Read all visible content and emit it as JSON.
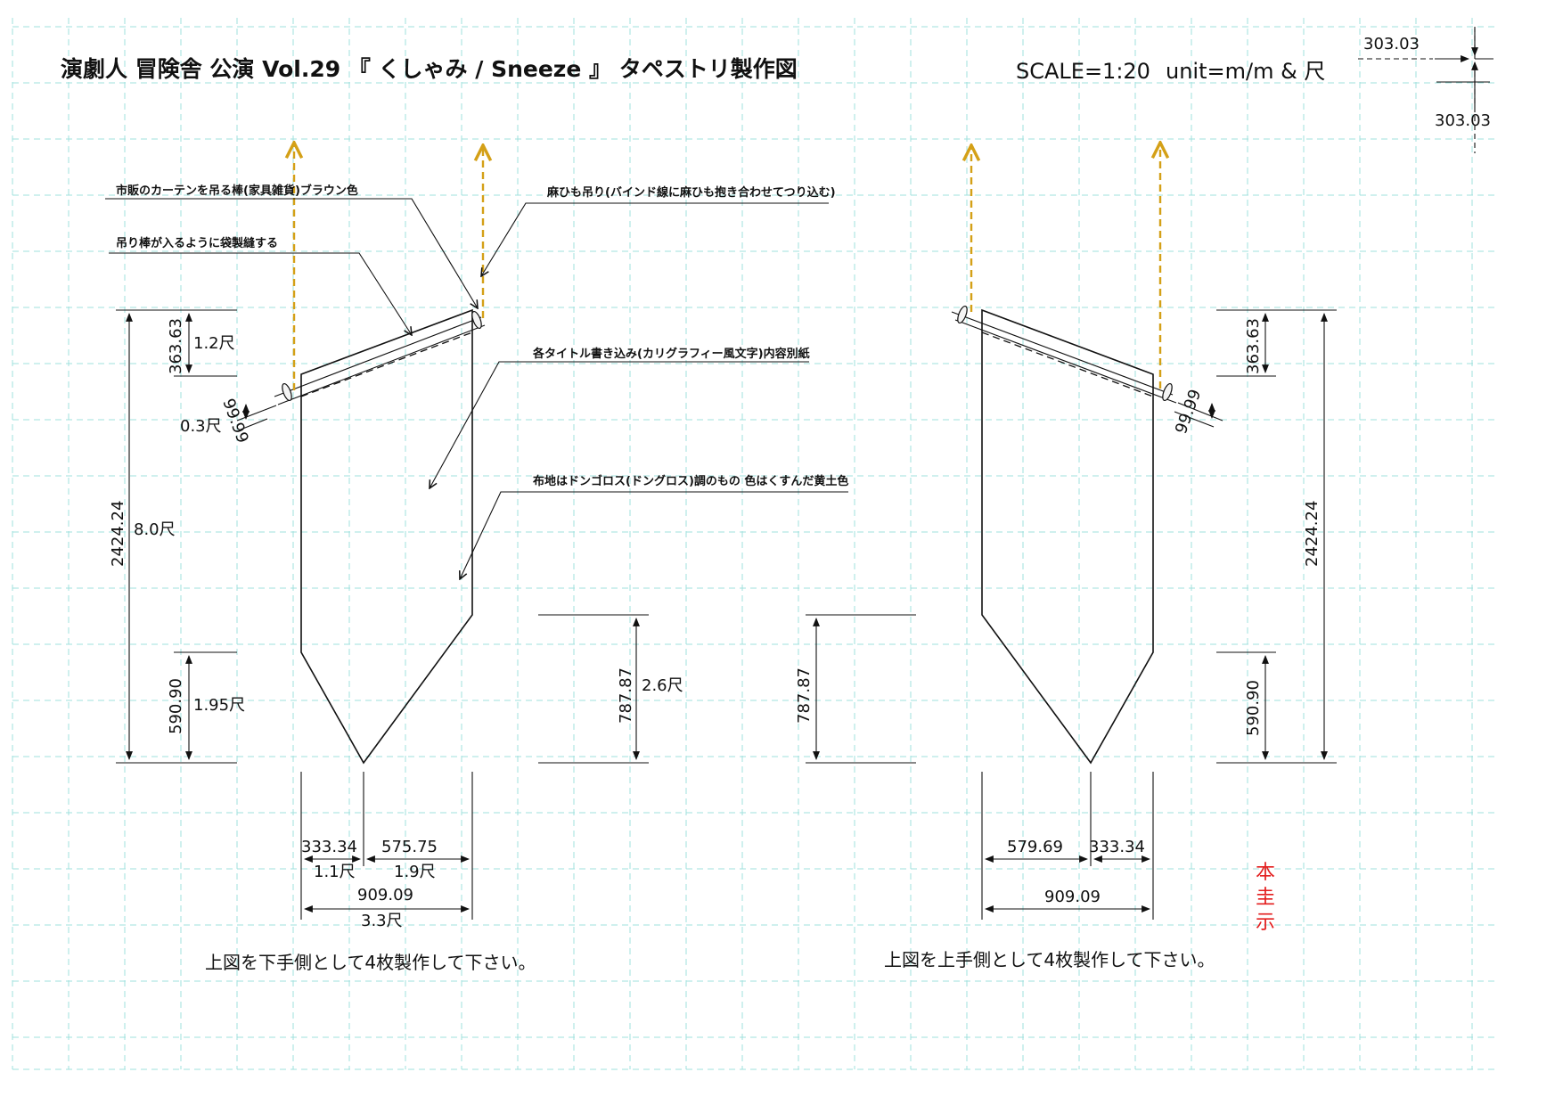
{
  "header": {
    "title": "演劇人 冒険舎 公演 Vol.29 『 くしゃみ / Sneeze 』 タペストリ製作図",
    "scale": "SCALE=1:20",
    "unit": "unit=m/m & 尺",
    "grid_spacing_top": "303.03",
    "grid_spacing_bottom": "303.03"
  },
  "notes": {
    "rod": "市販のカーテンを吊る棒(家具雑貨)ブラウン色",
    "sleeve": "吊り棒が入るように袋製縫する",
    "hemp": "麻ひも吊り(バインド線に麻ひも抱き合わせてつり込む)",
    "title_text": "各タイトル書き込み(カリグラフィー風文字)内容別紙",
    "fabric": "布地はドンゴロス(ドングロス)調のもの 色はくすんだ黄土色"
  },
  "left_panel": {
    "top_slope": "363.63",
    "top_slope_shaku": "1.2尺",
    "rod_dia": "99.99",
    "rod_dia_shaku": "0.3尺",
    "total_height": "2424.24",
    "total_height_shaku": "8.0尺",
    "point_height": "590.90",
    "point_height_shaku": "1.95尺",
    "mid_height": "787.87",
    "mid_height_shaku": "2.6尺",
    "width_left": "333.34",
    "width_left_shaku": "1.1尺",
    "width_right": "575.75",
    "width_right_shaku": "1.9尺",
    "width_total": "909.09",
    "width_total_shaku": "3.3尺",
    "instruction": "上図を下手側として4枚製作して下さい。"
  },
  "right_panel": {
    "top_slope": "363.63",
    "rod_dia": "99.99",
    "total_height": "2424.24",
    "point_height": "590.90",
    "mid_height": "787.87",
    "width_left": "579.69",
    "width_right": "333.34",
    "width_total": "909.09",
    "instruction": "上図を上手側として4枚製作して下さい。"
  },
  "stamp": [
    "本",
    "圭",
    "示"
  ],
  "colors": {
    "grid": "#9fe0dd",
    "hanging_line": "#d4a017",
    "stamp": "#e31e1e"
  }
}
